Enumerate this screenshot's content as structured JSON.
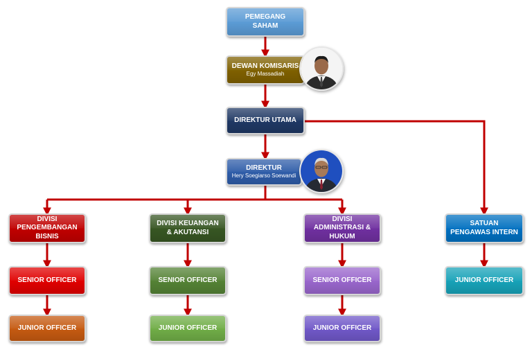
{
  "colors": {
    "connector": "#c00000",
    "pemegang_saham": "#5b9bd5",
    "dewan_komisaris": "#7f6000",
    "direktur": "#1f3864",
    "direktur_2": "#2e5ca8",
    "red": "#e00000",
    "red_dark": "#c00000",
    "orange": "#c55a11",
    "green_dark": "#375623",
    "green": "#548235",
    "green_light": "#70ad47",
    "purple_dark": "#7030a0",
    "purple": "#9966cc",
    "indigo": "#7058c8",
    "blue": "#0070c0",
    "teal": "#17a2b8"
  },
  "nodes": {
    "pemegang_saham": {
      "label": "PEMEGANG\nSAHAM"
    },
    "dewan_komisaris": {
      "label": "DEWAN KOMISARIS",
      "name": "Egy Massadiah"
    },
    "direktur_utama": {
      "label": "DIREKTUR UTAMA"
    },
    "direktur": {
      "label": "DIREKTUR",
      "name": "Hery Soegiarso Soewandi"
    },
    "divisi_pengembangan": {
      "label": "DIVISI\nPENGEMBANGAN\nBISNIS"
    },
    "divisi_keuangan": {
      "label": "DIVISI KEUANGAN\n& AKUTANSI"
    },
    "divisi_administrasi": {
      "label": "DIVISI\nADMINISTRASI &\nHUKUM"
    },
    "satuan_pengawas": {
      "label": "SATUAN\nPENGAWAS INTERN"
    },
    "senior_1": {
      "label": "SENIOR OFFICER"
    },
    "senior_2": {
      "label": "SENIOR OFFICER"
    },
    "senior_3": {
      "label": "SENIOR OFFICER"
    },
    "junior_1": {
      "label": "JUNIOR OFFICER"
    },
    "junior_2": {
      "label": "JUNIOR OFFICER"
    },
    "junior_3": {
      "label": "JUNIOR OFFICER"
    },
    "junior_4": {
      "label": "JUNIOR OFFICER"
    }
  },
  "photos": {
    "komisaris": {
      "icon": "person-portrait-icon"
    },
    "direktur": {
      "icon": "person-portrait-icon"
    }
  }
}
